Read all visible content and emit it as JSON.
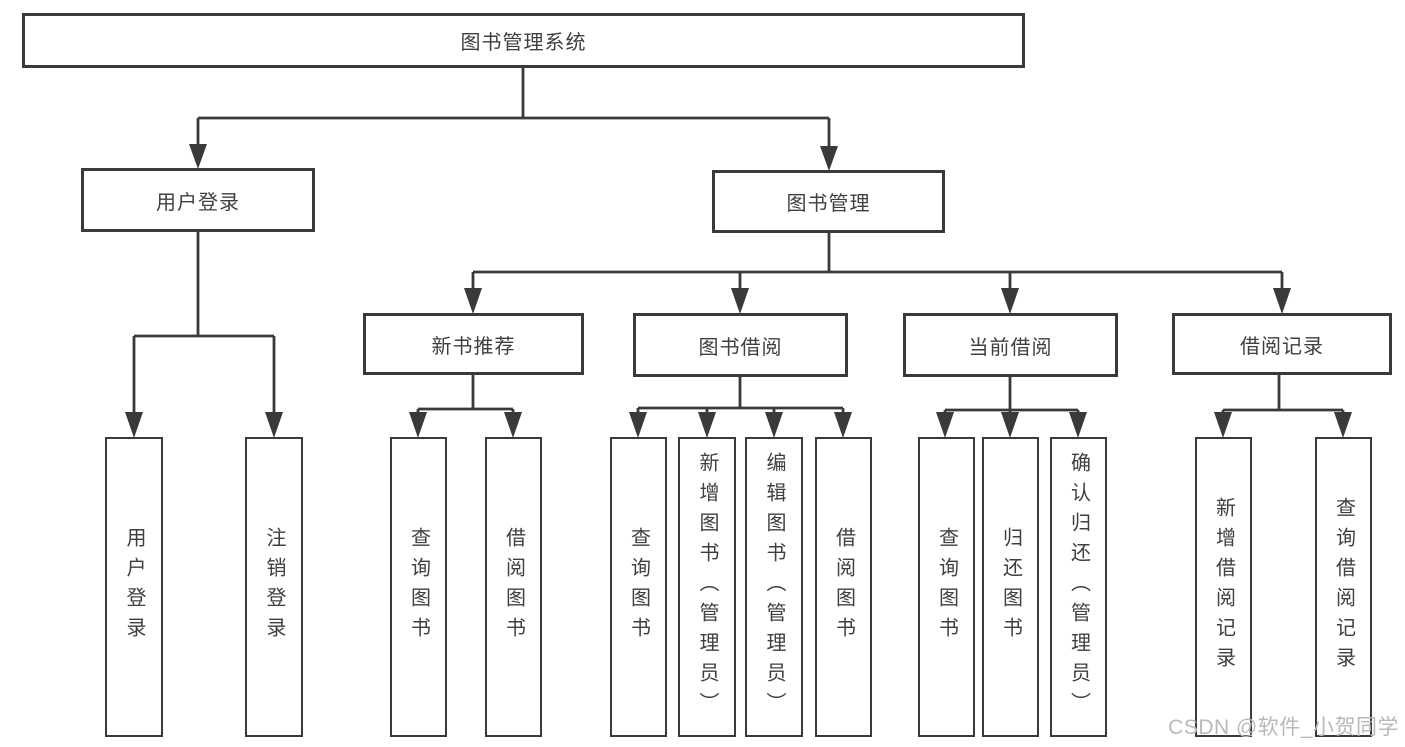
{
  "tree": {
    "root": {
      "label": "图书管理系统"
    },
    "branches": [
      {
        "label": "用户登录",
        "children": [
          {
            "label": "用户登录"
          },
          {
            "label": "注销登录"
          }
        ]
      },
      {
        "label": "图书管理",
        "children": [
          {
            "label": "新书推荐",
            "children": [
              {
                "label": "查询图书"
              },
              {
                "label": "借阅图书"
              }
            ]
          },
          {
            "label": "图书借阅",
            "children": [
              {
                "label": "查询图书"
              },
              {
                "label": "新增图书（管理员）"
              },
              {
                "label": "编辑图书（管理员）"
              },
              {
                "label": "借阅图书"
              }
            ]
          },
          {
            "label": "当前借阅",
            "children": [
              {
                "label": "查询图书"
              },
              {
                "label": "归还图书"
              },
              {
                "label": "确认归还（管理员）"
              }
            ]
          },
          {
            "label": "借阅记录",
            "children": [
              {
                "label": "新增借阅记录"
              },
              {
                "label": "查询借阅记录"
              }
            ]
          }
        ]
      }
    ]
  },
  "watermark": {
    "text": "CSDN @软件_小贺同学"
  },
  "colors": {
    "line": "#3a3a3a",
    "box_border": "#3a3a3a",
    "text": "#3f3f3f",
    "watermark_text": "#b9b9b9",
    "background": "#ffffff"
  }
}
